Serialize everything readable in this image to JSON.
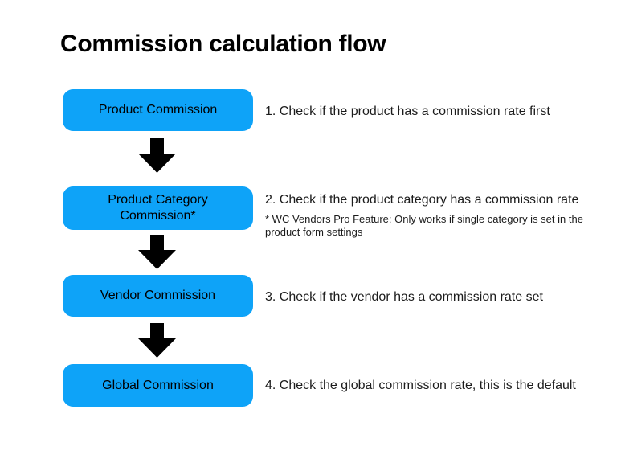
{
  "title": "Commission calculation flow",
  "theme": {
    "background": "#ffffff",
    "box_color": "#0ea3f8",
    "box_text_color": "#000000",
    "arrow_color": "#000000",
    "title_color": "#000000",
    "text_color": "#1c1c1c"
  },
  "flow": {
    "steps": [
      {
        "box_label": "Product Commission",
        "description": "1. Check if the product has a commission rate first",
        "note": ""
      },
      {
        "box_label": "Product Category Commission*",
        "description": "2. Check if the product category has a commission rate",
        "note": "* WC Vendors Pro Feature: Only works if single category is set in the product form settings"
      },
      {
        "box_label": "Vendor Commission",
        "description": "3. Check if the vendor has a commission rate set",
        "note": ""
      },
      {
        "box_label": "Global Commission",
        "description": "4. Check the global commission rate, this is the default",
        "note": ""
      }
    ]
  }
}
